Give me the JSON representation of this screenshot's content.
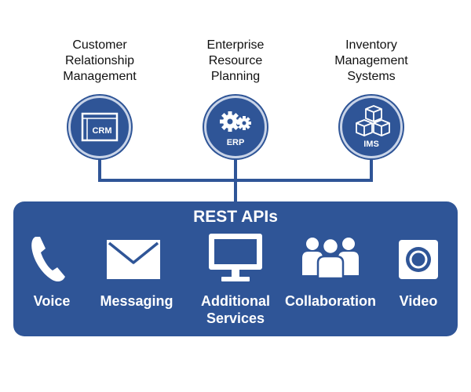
{
  "systems": [
    {
      "label": "Customer\nRelationship\nManagement",
      "abbr": "CRM",
      "icon": "crm-window-icon"
    },
    {
      "label": "Enterprise\nResource\nPlanning",
      "abbr": "ERP",
      "icon": "gears-icon"
    },
    {
      "label": "Inventory\nManagement\nSystems",
      "abbr": "IMS",
      "icon": "boxes-icon"
    }
  ],
  "api": {
    "title": "REST APIs",
    "services": [
      {
        "label": "Voice",
        "icon": "phone-icon"
      },
      {
        "label": "Messaging",
        "icon": "envelope-icon"
      },
      {
        "label": "Additional\nServices",
        "icon": "monitor-icon"
      },
      {
        "label": "Collaboration",
        "icon": "people-icon"
      },
      {
        "label": "Video",
        "icon": "video-icon"
      }
    ]
  },
  "colors": {
    "primary": "#2f5597",
    "ring": "#c9d4e8",
    "text": "#111111",
    "on_primary": "#ffffff"
  }
}
